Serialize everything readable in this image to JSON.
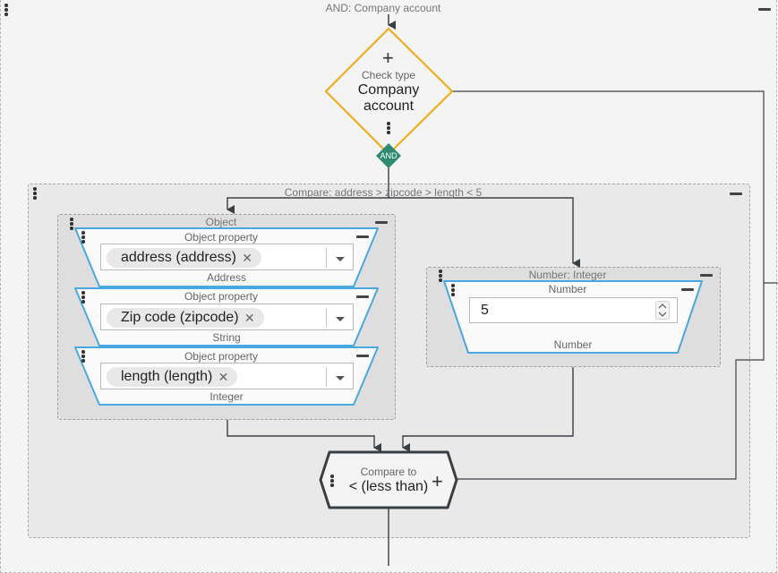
{
  "root_group": {
    "title": "AND: Company account"
  },
  "check_node": {
    "label": "Check type",
    "value": "Company account",
    "plus": "+"
  },
  "and_badge": {
    "label": "AND"
  },
  "compare_group": {
    "title": "Compare: address > zipcode > length < 5"
  },
  "object_group": {
    "title": "Object",
    "properties": [
      {
        "label": "Object property",
        "value": "address (address)",
        "type": "Address"
      },
      {
        "label": "Object property",
        "value": "Zip code (zipcode)",
        "type": "String"
      },
      {
        "label": "Object property",
        "value": "length (length)",
        "type": "Integer"
      }
    ]
  },
  "number_group": {
    "title": "Number: Integer",
    "field_label": "Number",
    "value": "5",
    "type": "Number"
  },
  "compare_node": {
    "label": "Compare to",
    "value": "< (less than)",
    "plus": "+"
  },
  "colors": {
    "check_border": "#f0ad1e",
    "and_badge": "#2e8b6f",
    "trapezoid_border": "#4aa8e0",
    "compare_border": "#3a3f44",
    "connector": "#3a3f44"
  },
  "icons": {
    "kebab": "vertical-ellipsis-icon",
    "collapse": "minus-icon",
    "remove": "close-icon",
    "dropdown": "chevron-down-icon",
    "spinner": "up-down-spinner-icon"
  },
  "clear_glyph": "✕"
}
